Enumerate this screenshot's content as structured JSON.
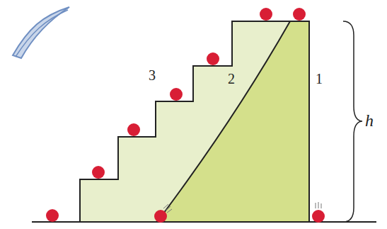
{
  "diagram": {
    "labels": [
      "3",
      "2",
      "1",
      "h"
    ]
  }
}
